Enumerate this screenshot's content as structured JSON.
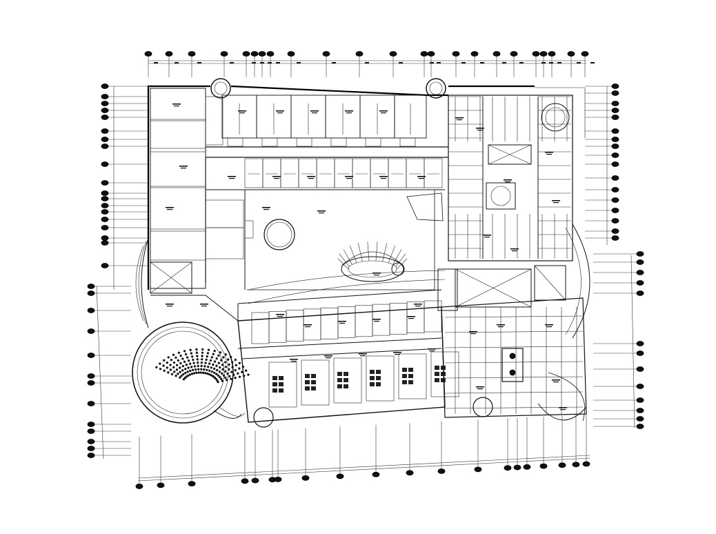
{
  "drawing": {
    "background_color": "#ffffff",
    "line_color": "#111111"
  },
  "grid_top": {
    "count": 21
  },
  "grid_bottom": {
    "count": 22
  },
  "grid_left": {
    "count": 18
  },
  "grid_right": {
    "count": 18
  }
}
